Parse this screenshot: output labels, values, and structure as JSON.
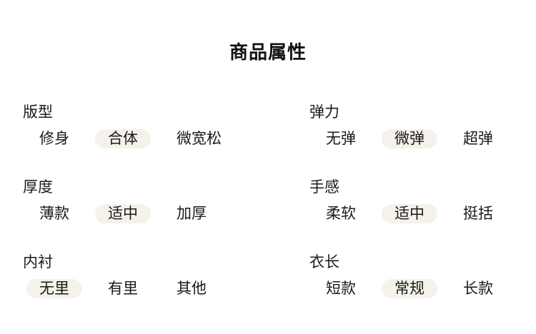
{
  "page": {
    "title": "商品属性"
  },
  "colors": {
    "background": "#ffffff",
    "text": "#1a1a1a",
    "title_text": "#111111",
    "selected_pill_bg": "#f5f2eb"
  },
  "attributes": [
    {
      "label": "版型",
      "options": [
        {
          "text": "修身",
          "selected": false
        },
        {
          "text": "合体",
          "selected": true
        },
        {
          "text": "微宽松",
          "selected": false
        }
      ]
    },
    {
      "label": "弹力",
      "options": [
        {
          "text": "无弹",
          "selected": false
        },
        {
          "text": "微弹",
          "selected": true
        },
        {
          "text": "超弹",
          "selected": false
        }
      ]
    },
    {
      "label": "厚度",
      "options": [
        {
          "text": "薄款",
          "selected": false
        },
        {
          "text": "适中",
          "selected": true
        },
        {
          "text": "加厚",
          "selected": false
        }
      ]
    },
    {
      "label": "手感",
      "options": [
        {
          "text": "柔软",
          "selected": false
        },
        {
          "text": "适中",
          "selected": true
        },
        {
          "text": "挺括",
          "selected": false
        }
      ]
    },
    {
      "label": "内衬",
      "options": [
        {
          "text": "无里",
          "selected": true
        },
        {
          "text": "有里",
          "selected": false
        },
        {
          "text": "其他",
          "selected": false
        }
      ]
    },
    {
      "label": "衣长",
      "options": [
        {
          "text": "短款",
          "selected": false
        },
        {
          "text": "常规",
          "selected": true
        },
        {
          "text": "长款",
          "selected": false
        }
      ]
    }
  ]
}
